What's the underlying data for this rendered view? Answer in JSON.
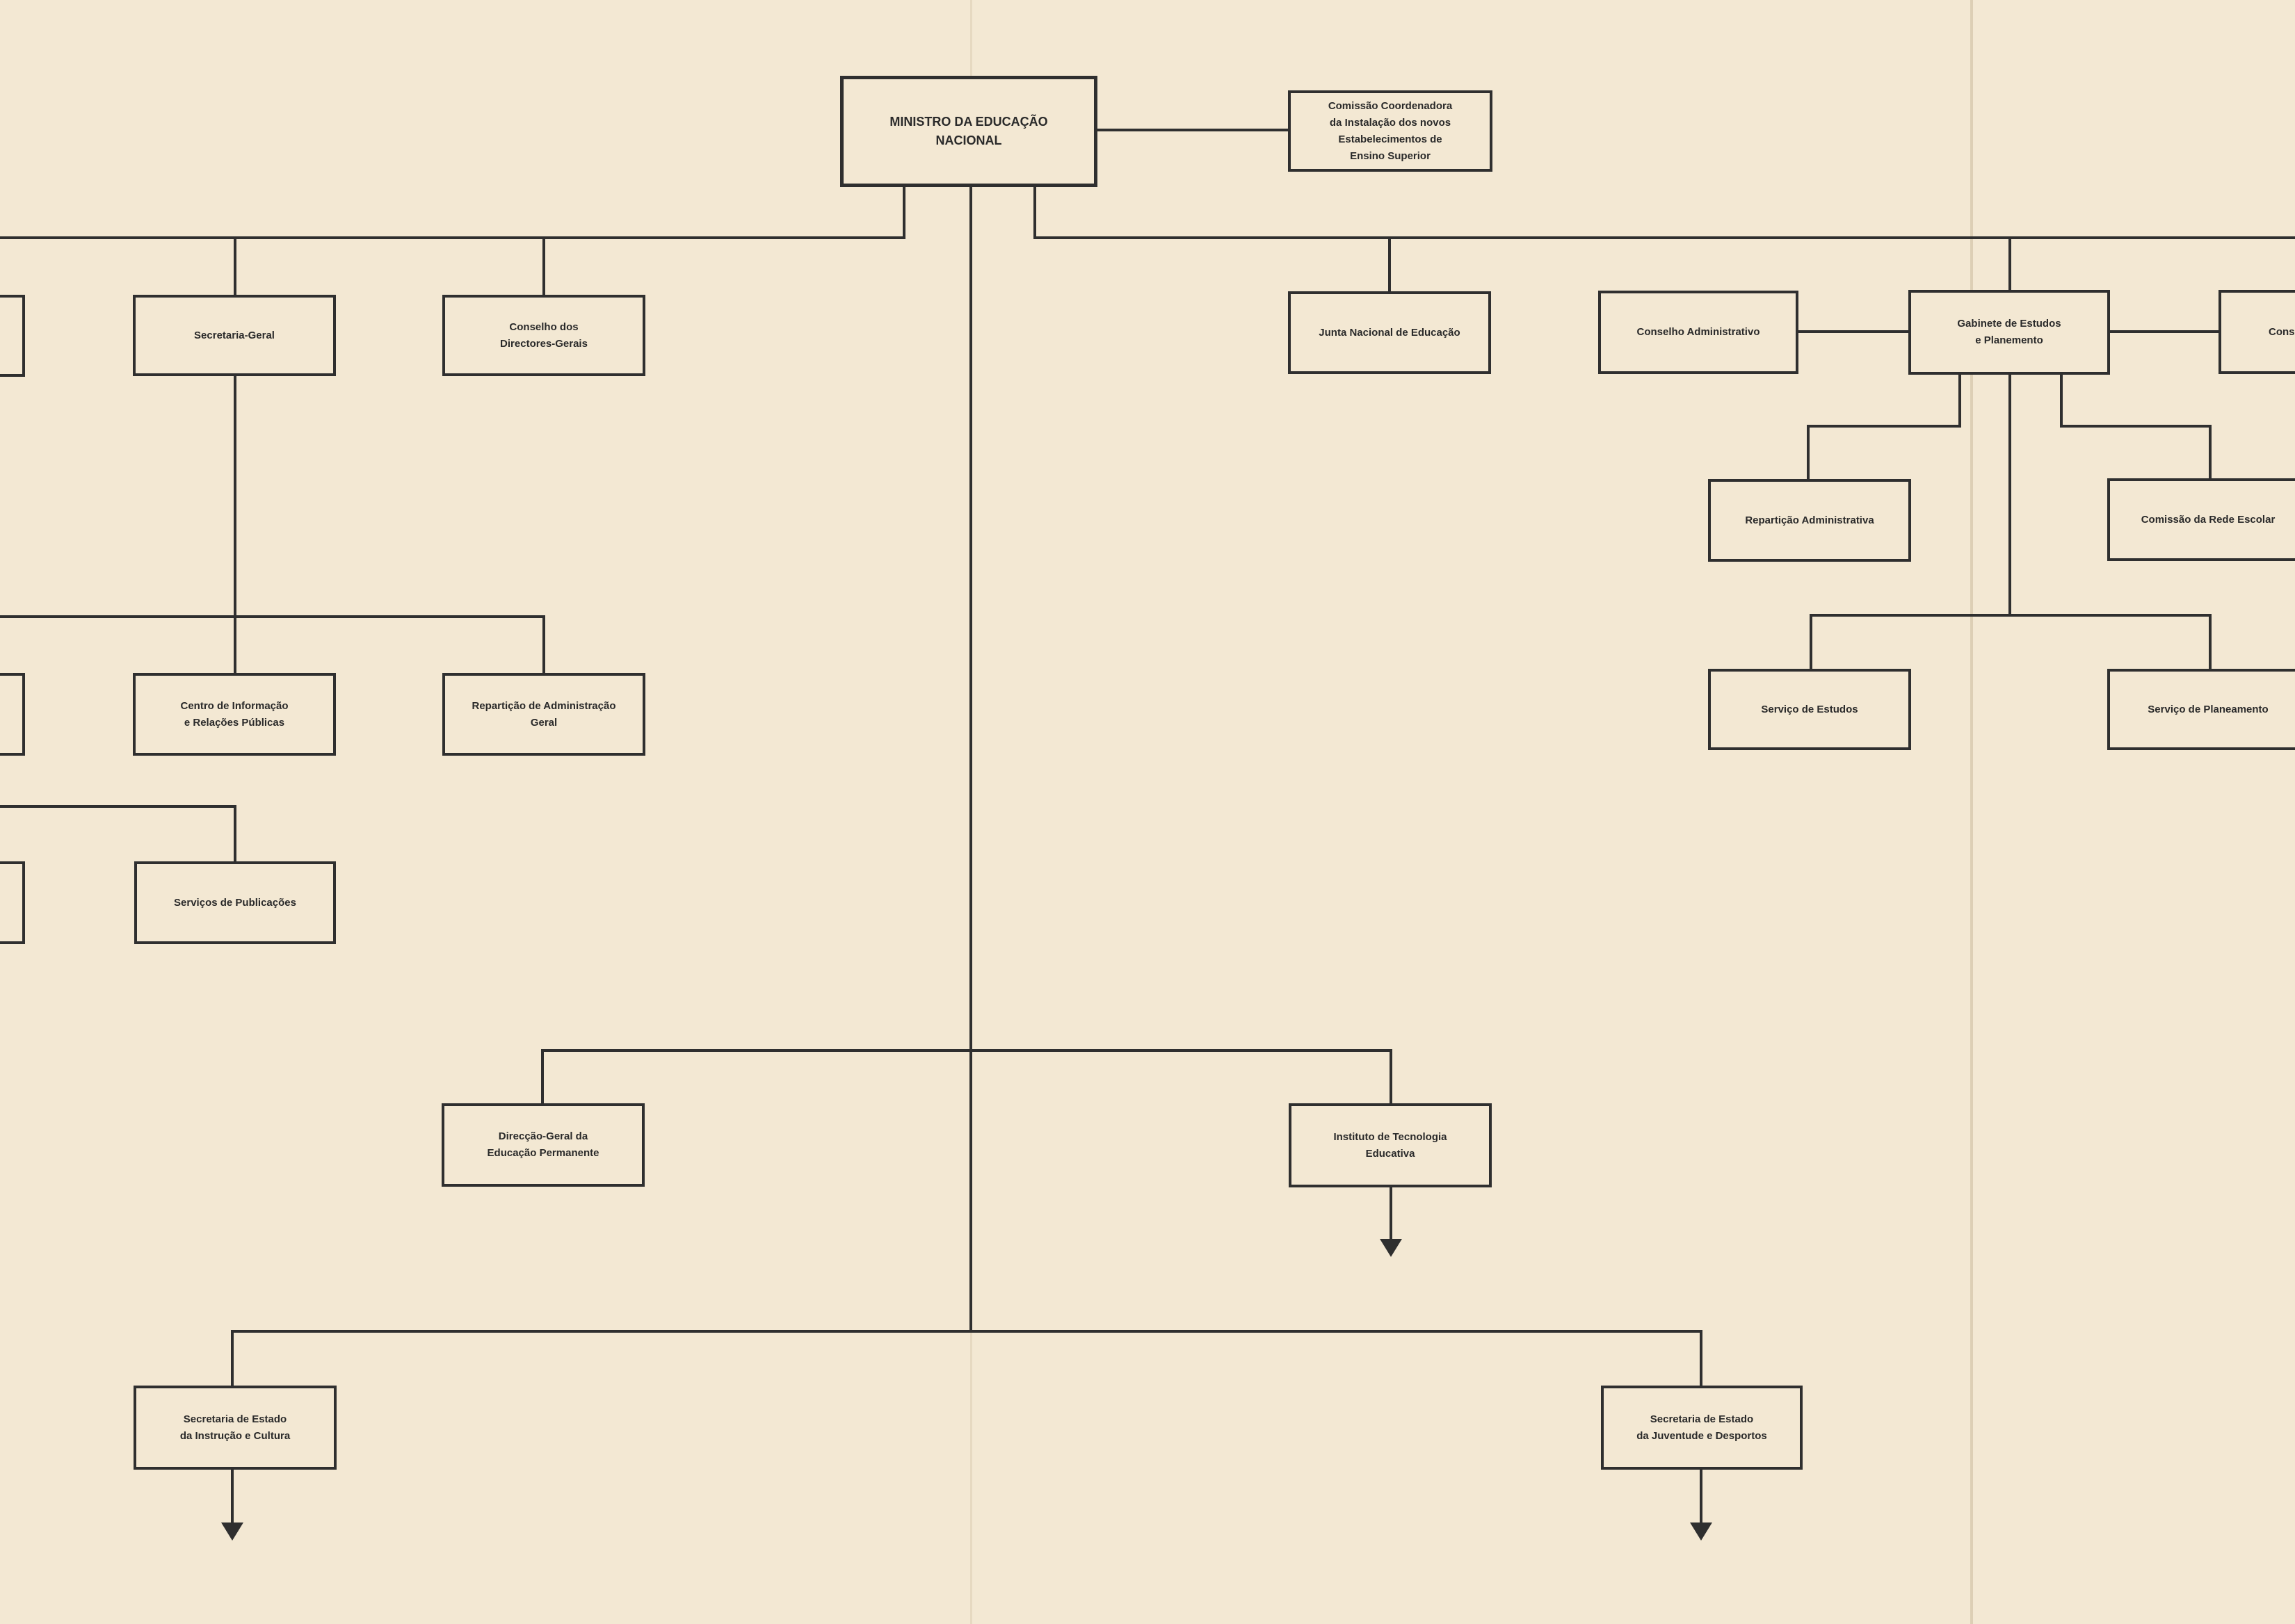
{
  "diagram": {
    "nodes": {
      "ministro": "MINISTRO DA EDUCAÇÃO\nNACIONAL",
      "comissao_coordenadora": "Comissão Coordenadora\nda Instalação dos novos\nEstabelecimentos de\nEnsino Superior",
      "secretaria_geral": "Secretaria-Geral",
      "conselho_directores": "Conselho dos\nDirectores-Gerais",
      "junta_nacional": "Junta Nacional de Educação",
      "conselho_administrativo": "Conselho Administrativo",
      "gabinete_estudos": "Gabinete de Estudos\ne Planemento",
      "conselho_partial": "Cons",
      "reparticao_administrativa": "Repartição Administrativa",
      "comissao_rede_escolar": "Comissão da Rede Escolar",
      "centro_informacao": "Centro de Informação\ne Relações Públicas",
      "reparticao_admin_geral": "Repartição de Administração\nGeral",
      "servico_estudos": "Serviço de Estudos",
      "servico_planeamento": "Serviço de Planeamento",
      "servicos_publicacoes": "Serviços de Publicações",
      "direccao_geral": "Direcção-Geral da\nEducação Permanente",
      "instituto_tecnologia": "Instituto de Tecnologia\nEducativa",
      "secretaria_instrucao": "Secretaria de Estado\nda Instrução e Cultura",
      "secretaria_juventude": "Secretaria de Estado\nda Juventude e Desportos"
    }
  }
}
